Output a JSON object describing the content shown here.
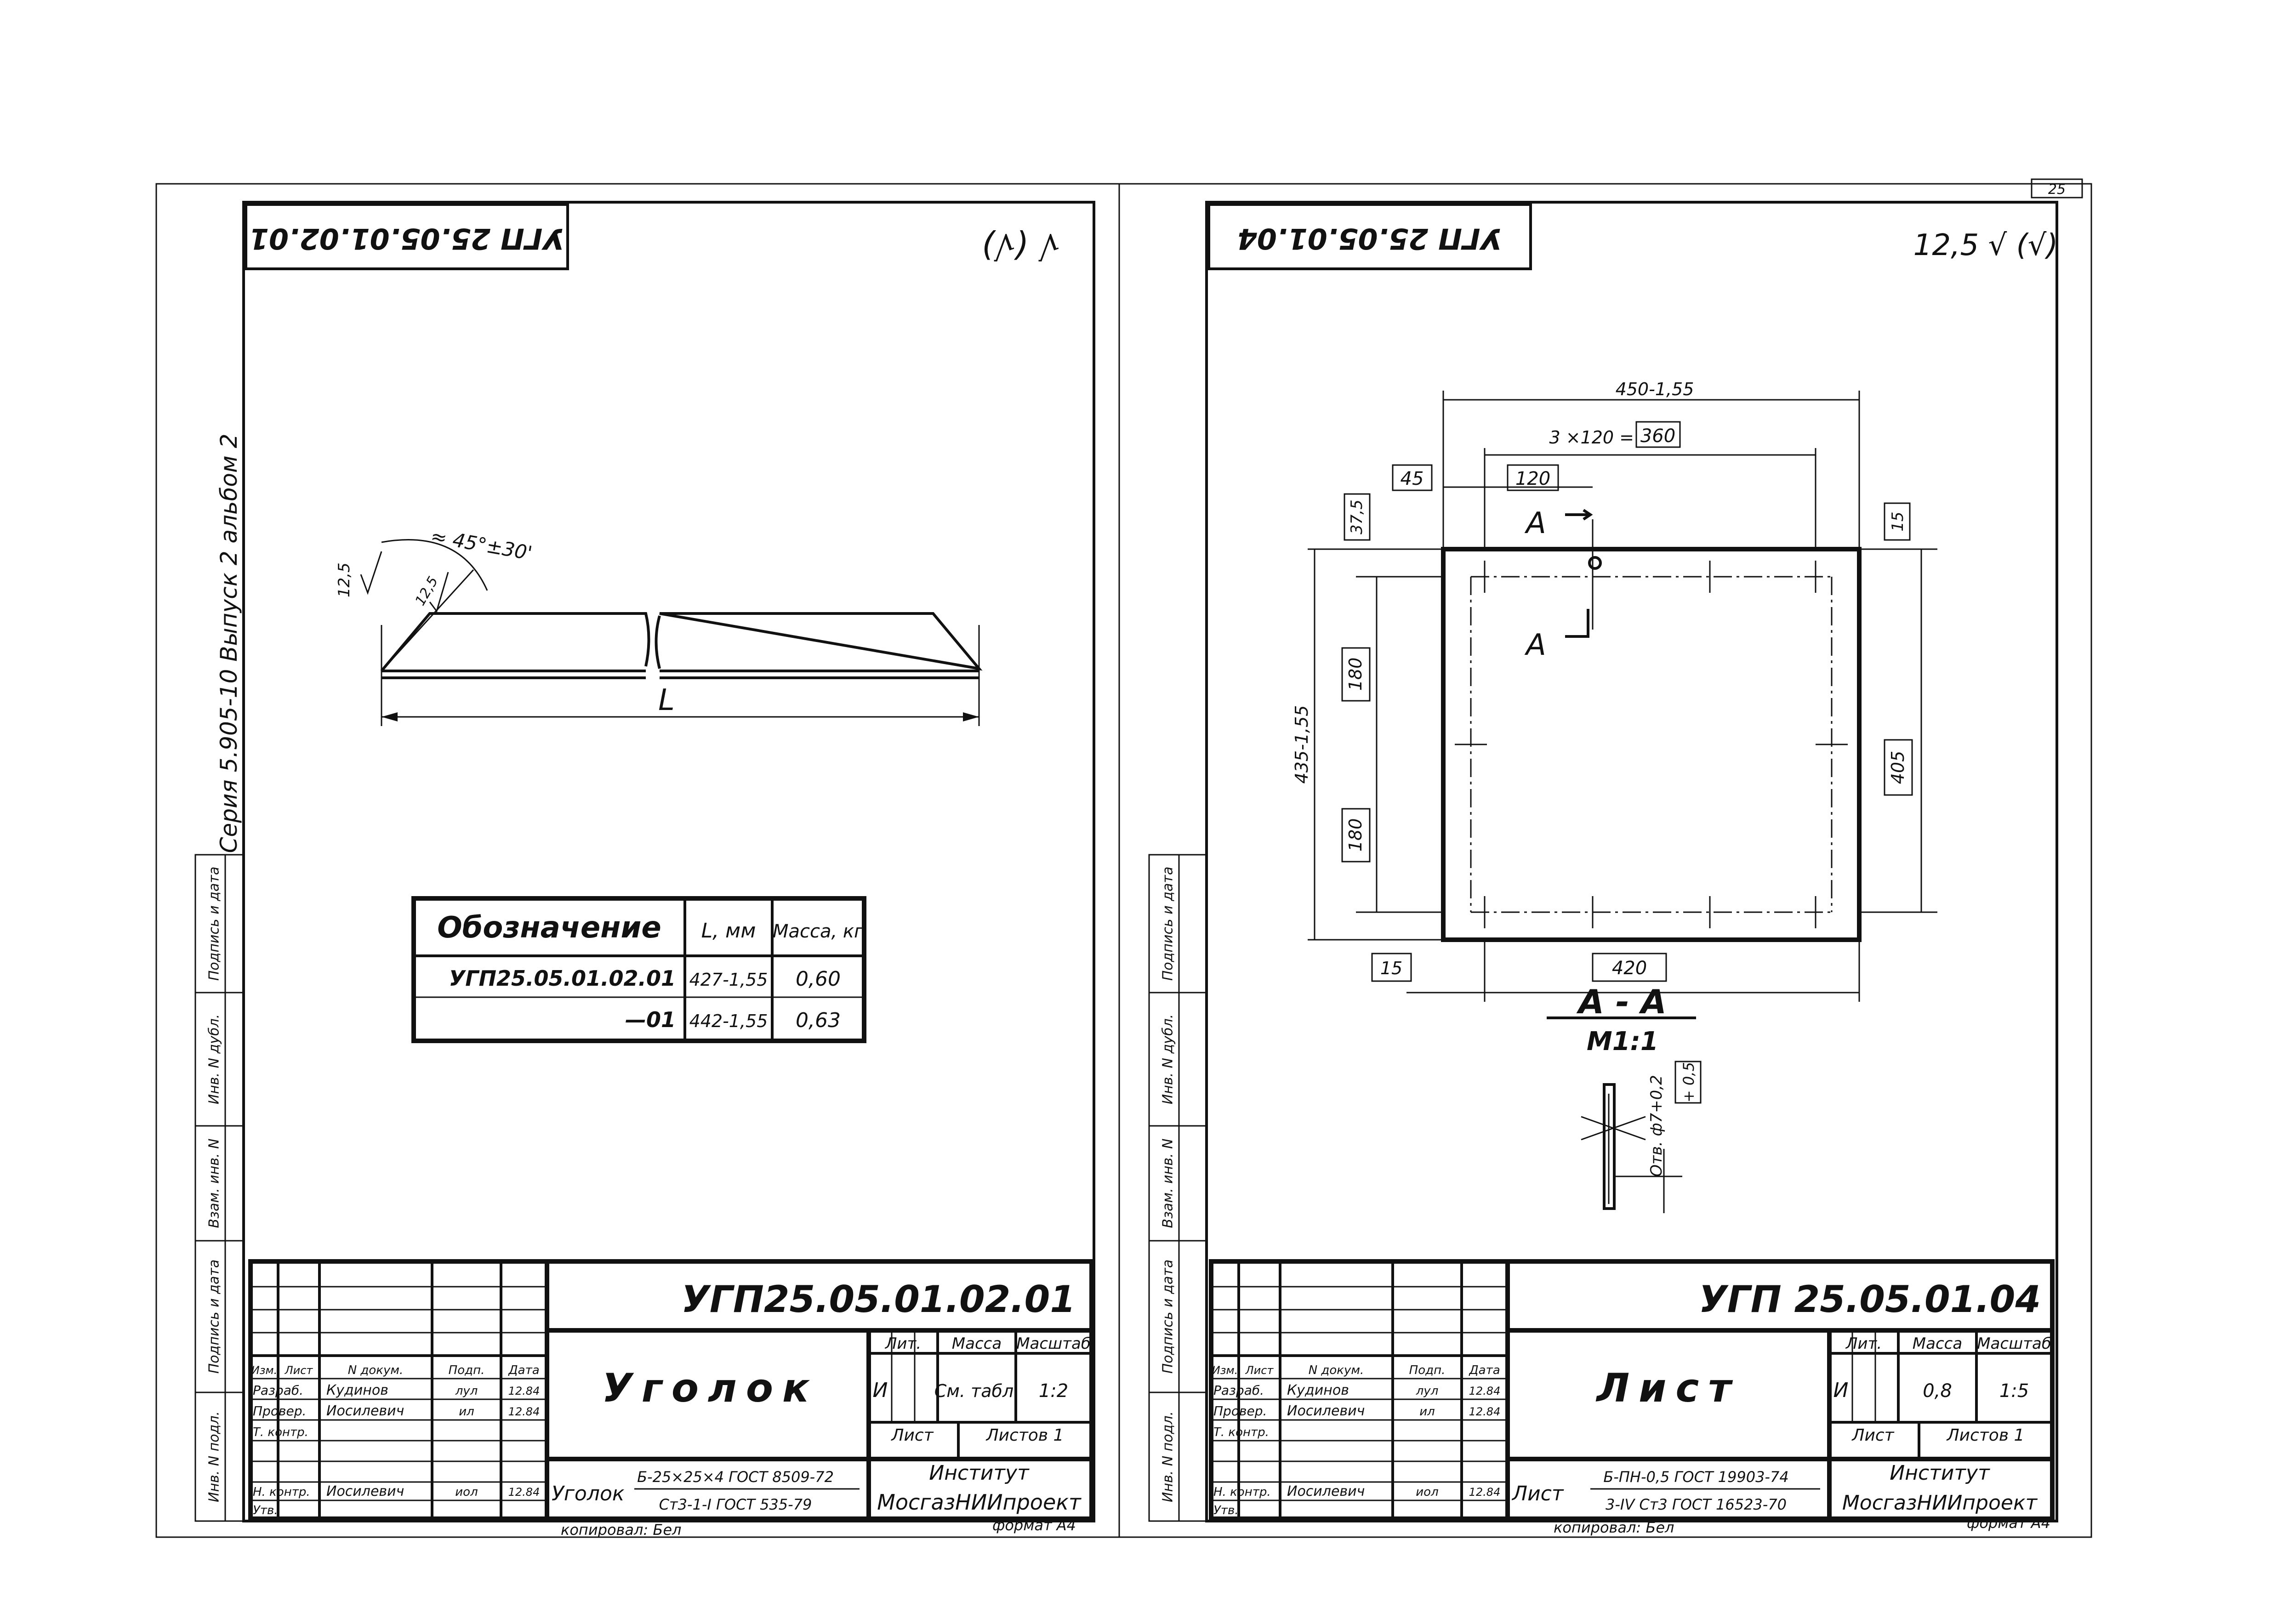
{
  "page_number": "25",
  "series_text": "Серия 5.905-10  Выпуск 2  альбом 2",
  "side_cells": {
    "inv_podl": "Инв. N подл.",
    "podp_data": "Подпись и дата",
    "vzam_inv": "Взам. инв. N",
    "inv_dubl": "Инв. N дубл.",
    "podp_data2": "Подпись и дата"
  },
  "left": {
    "stamp_code": "УГП 25.05.01.02.01",
    "roughness_note": "√ (√)",
    "angle_label": "≈ 45°±30'",
    "roughness_a": "12,5",
    "roughness_b": "12,5",
    "dim_L": "L",
    "table": {
      "headers": [
        "Обозначение",
        "L, мм",
        "Масса, кг"
      ],
      "rows": [
        [
          "УГП25.05.01.02.01",
          "427-1,55",
          "0,60"
        ],
        [
          "—01",
          "442-1,55",
          "0,63"
        ]
      ]
    },
    "title_block": {
      "code": "УГП25.05.01.02.01",
      "name": "Уголок",
      "lit_header": "Лит.",
      "mass_header": "Масса",
      "scale_header": "Масштаб",
      "lit_value": "И",
      "mass_value": "См. табл.",
      "scale_value": "1:2",
      "sheet_label": "Лист",
      "sheets_label": "Листов 1",
      "org_line1": "Институт",
      "org_line2": "МосгазНИИпроект",
      "material_prefix": "Уголок",
      "material_top": "Б-25×25×4 ГОСТ 8509-72",
      "material_bottom": "Ст3-1-I ГОСТ 535-79",
      "roles": [
        "Изм.",
        "Лист",
        "N докум.",
        "Подп.",
        "Дата"
      ],
      "people": [
        {
          "role": "Разраб.",
          "name": "Кудинов",
          "sign": "лул",
          "date": "12.84"
        },
        {
          "role": "Провер.",
          "name": "Иосилевич",
          "sign": "ил",
          "date": "12.84"
        },
        {
          "role": "Т. контр.",
          "name": "",
          "sign": "",
          "date": ""
        },
        {
          "role": "",
          "name": "",
          "sign": "",
          "date": ""
        },
        {
          "role": "Н. контр.",
          "name": "Иосилевич",
          "sign": "иол",
          "date": "12.84"
        },
        {
          "role": "Утв.",
          "name": "",
          "sign": "",
          "date": ""
        }
      ]
    },
    "copied": "копировал: Бел",
    "format": "формат А4"
  },
  "right": {
    "stamp_code": "УГП 25.05.01.04",
    "roughness_note": "12,5 √ (√)",
    "dims": {
      "overall_w": "450-1,55",
      "pitch": "3 ×120 =",
      "pitch_total": "360",
      "left_offset": "45",
      "first_pitch": "120",
      "top_offset": "37,5",
      "right_top": "15",
      "left_180a": "180",
      "left_180b": "180",
      "overall_h": "435-1,55",
      "right_405": "405",
      "bottom_15": "15",
      "bottom_420": "420"
    },
    "section_A": "А",
    "section_AA": "А - А",
    "section_scale": "М1:1",
    "hole_note": "Отв. ф7+0,2",
    "hole_dim": "+ 0,5",
    "title_block": {
      "code": "УГП 25.05.01.04",
      "name": "Лист",
      "lit_header": "Лит.",
      "mass_header": "Масса",
      "scale_header": "Масштаб",
      "lit_value": "И",
      "mass_value": "0,8",
      "scale_value": "1:5",
      "sheet_label": "Лист",
      "sheets_label": "Листов 1",
      "org_line1": "Институт",
      "org_line2": "МосгазНИИпроект",
      "material_prefix": "Лист",
      "material_top": "Б-ПН-0,5 ГОСТ 19903-74",
      "material_bottom": "3-IV Ст3 ГОСТ 16523-70",
      "roles": [
        "Изм.",
        "Лист",
        "N докум.",
        "Подп.",
        "Дата"
      ],
      "people": [
        {
          "role": "Разраб.",
          "name": "Кудинов",
          "sign": "лул",
          "date": "12.84"
        },
        {
          "role": "Провер.",
          "name": "Иосилевич",
          "sign": "ил",
          "date": "12.84"
        },
        {
          "role": "Т. контр.",
          "name": "",
          "sign": "",
          "date": ""
        },
        {
          "role": "",
          "name": "",
          "sign": "",
          "date": ""
        },
        {
          "role": "Н. контр.",
          "name": "Иосилевич",
          "sign": "иол",
          "date": "12.84"
        },
        {
          "role": "Утв.",
          "name": "",
          "sign": "",
          "date": ""
        }
      ]
    },
    "copied": "копировал: Бел",
    "format": "формат А4"
  }
}
